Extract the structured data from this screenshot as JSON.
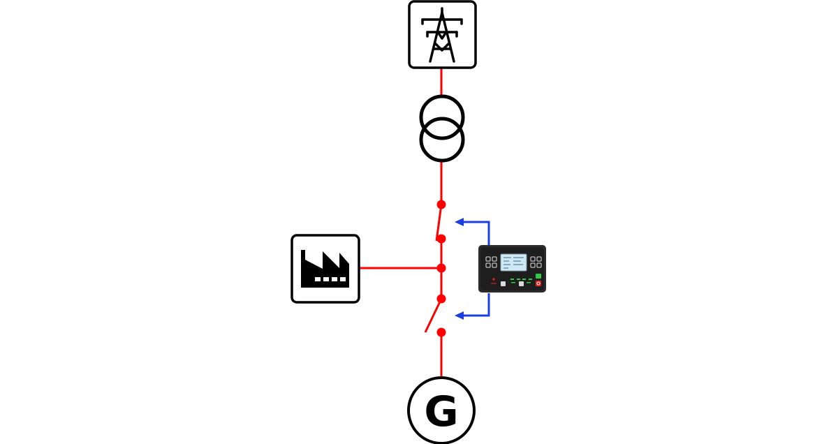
{
  "colors": {
    "power_line": "#ff0000",
    "control_line": "#1a3fe0",
    "symbol_stroke": "#000000",
    "controller_body": "#2b2b2b",
    "controller_screen": "#cfe8f5",
    "indicator_green": "#2ecc40",
    "indicator_red": "#e02020"
  },
  "symbols": {
    "grid": "transmission-tower-icon",
    "transformer": "transformer-icon",
    "load": "factory-icon",
    "generator": "generator-icon",
    "controller": "controller-panel-icon"
  },
  "generator_label": "G",
  "breakers": {
    "mains": "open",
    "generator": "open"
  }
}
